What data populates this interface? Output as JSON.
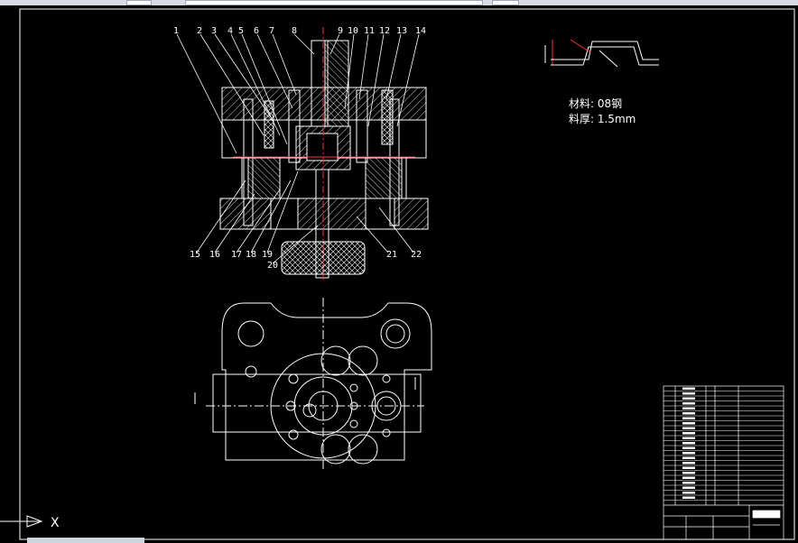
{
  "material": {
    "line1": "材料: 08钢",
    "line2": "料厚: 1.5mm"
  },
  "part_numbers": [
    "1",
    "2",
    "3",
    "4",
    "5",
    "6",
    "7",
    "8",
    "9",
    "10",
    "11",
    "12",
    "13",
    "14",
    "15",
    "16",
    "17",
    "18",
    "19",
    "20",
    "21",
    "22"
  ],
  "ucs_axis_label": "X",
  "colors": {
    "background": "#000000",
    "line": "#ffffff",
    "hatch": "#ffffff",
    "centerline": "#ff3030",
    "dim": "#ffff66"
  }
}
